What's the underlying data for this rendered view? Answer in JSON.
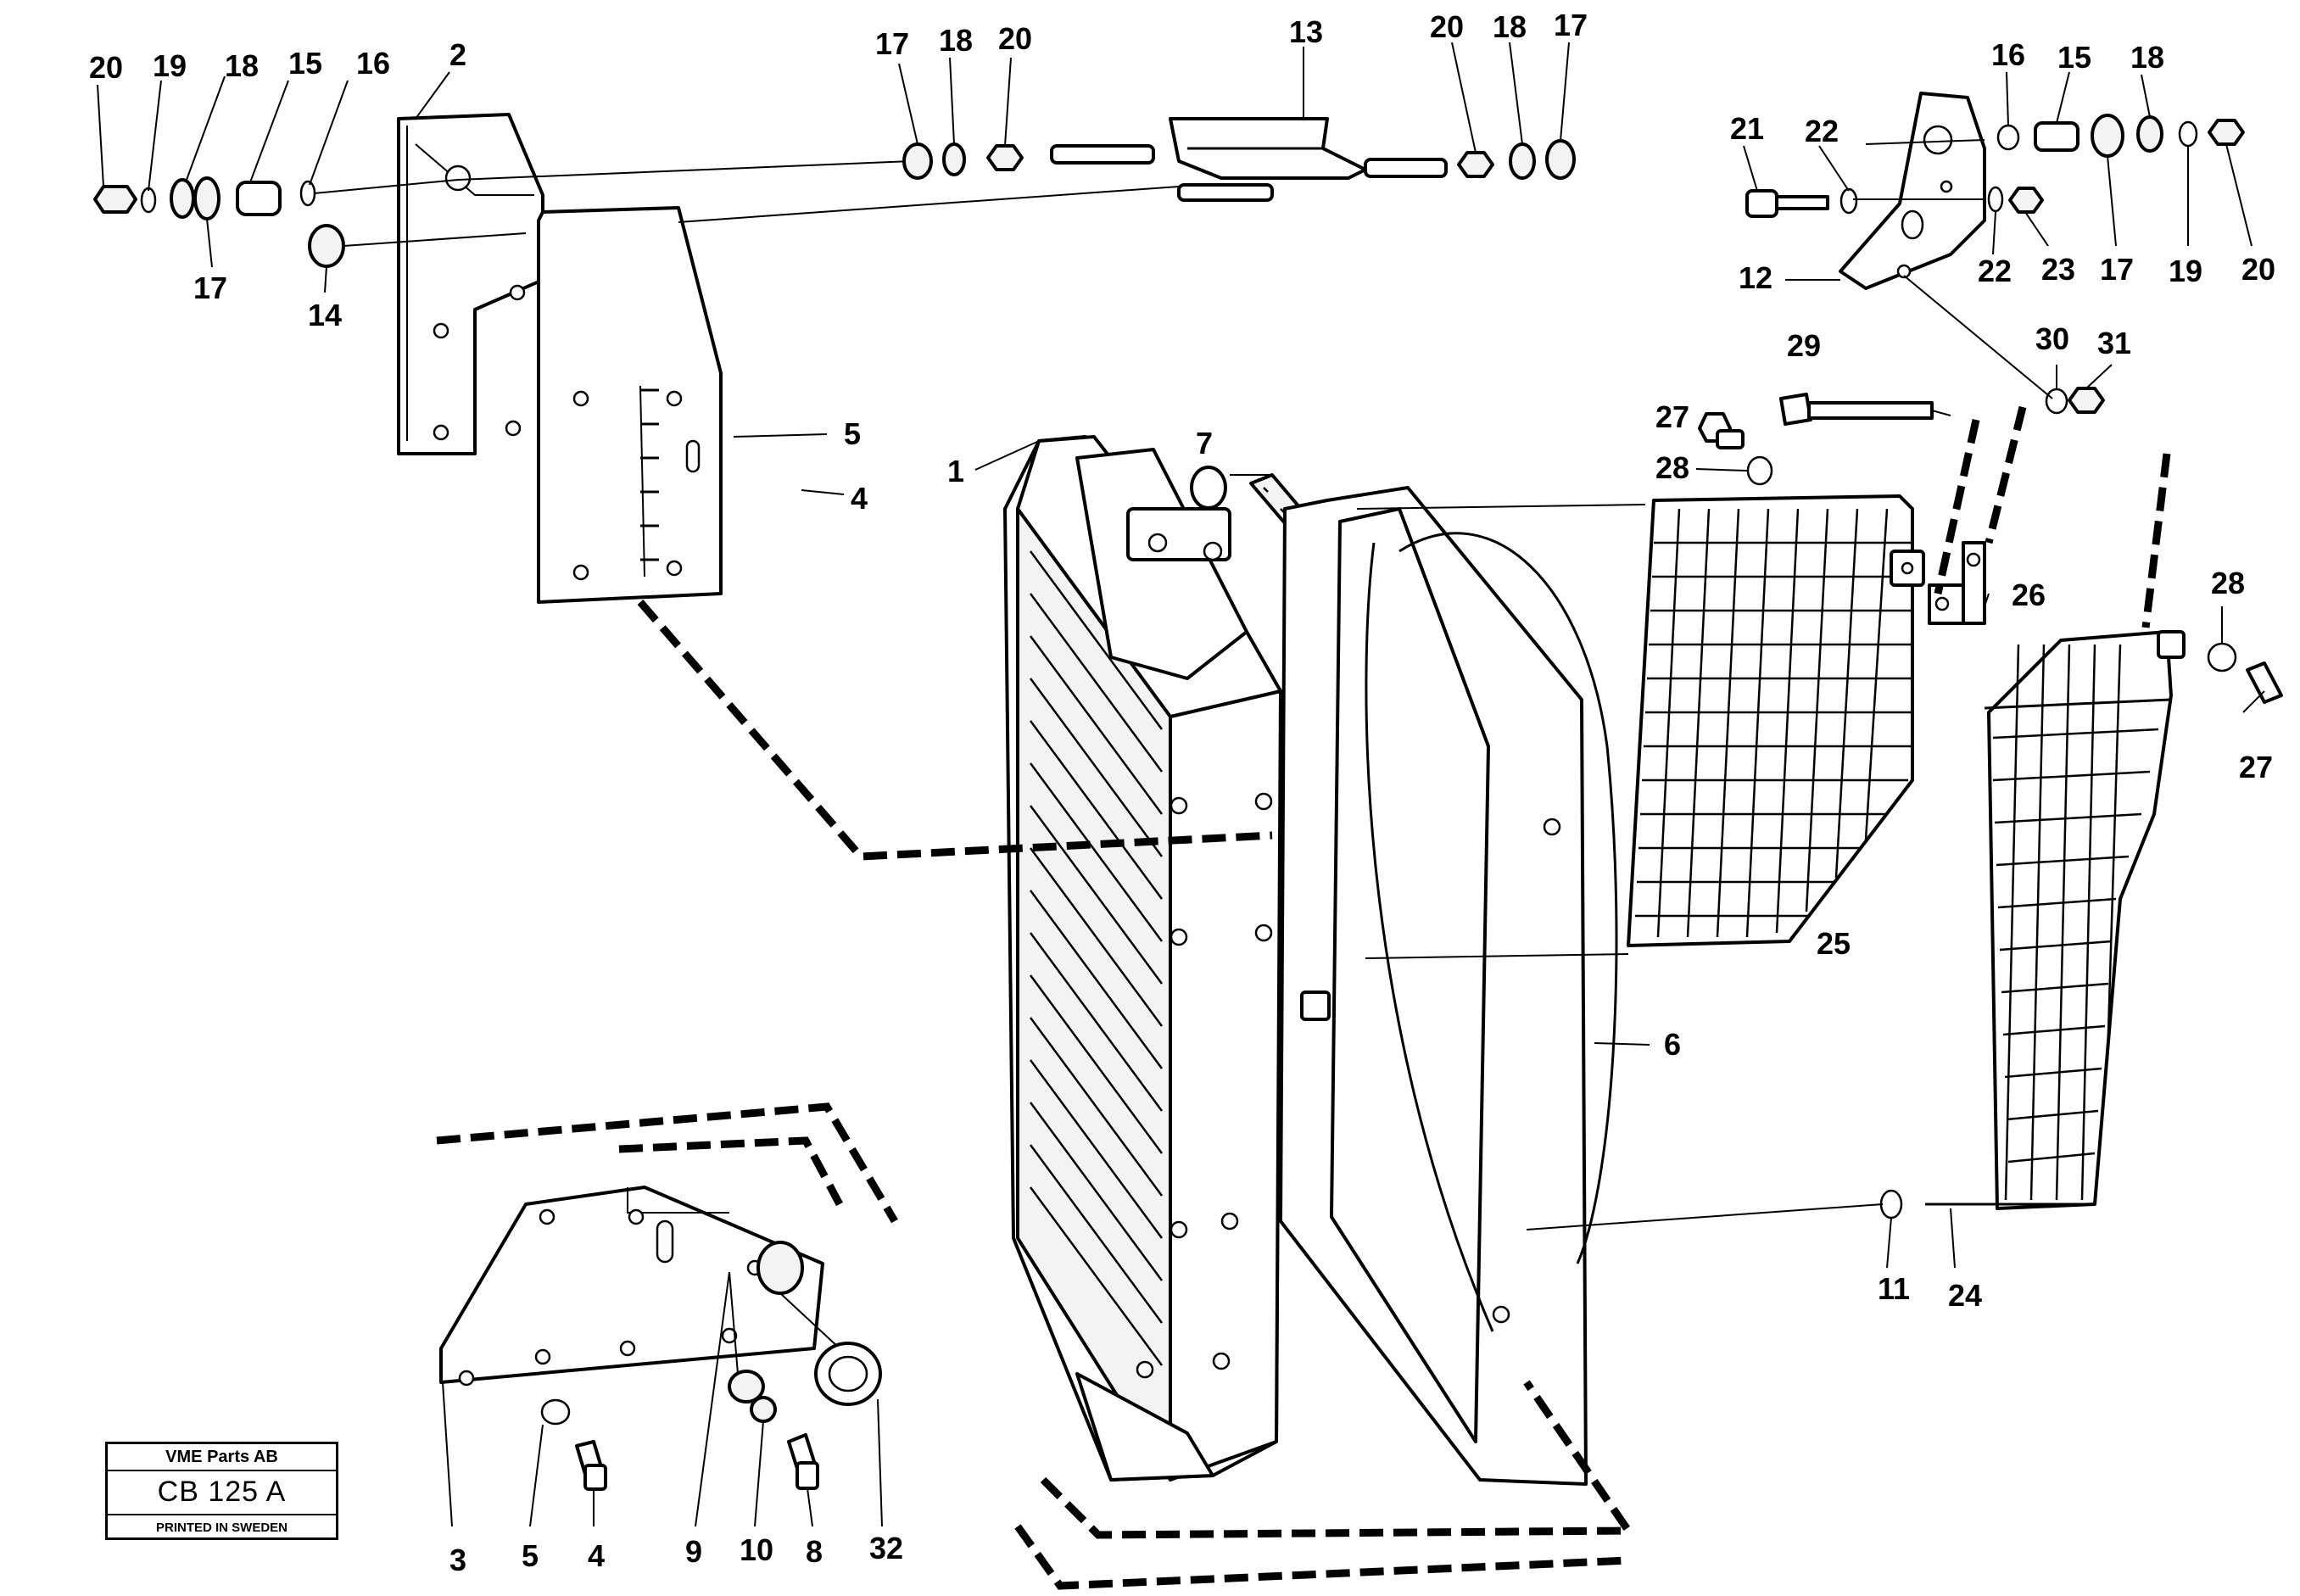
{
  "title_block": {
    "company": "VME Parts AB",
    "code": "CB 125 A",
    "printed": "PRINTED IN SWEDEN"
  },
  "callouts": [
    {
      "id": "c20a",
      "label": "20"
    },
    {
      "id": "c19a",
      "label": "19"
    },
    {
      "id": "c18a",
      "label": "18"
    },
    {
      "id": "c15a",
      "label": "15"
    },
    {
      "id": "c16a",
      "label": "16"
    },
    {
      "id": "c2",
      "label": "2"
    },
    {
      "id": "c17a",
      "label": "17"
    },
    {
      "id": "c14",
      "label": "14"
    },
    {
      "id": "c17b",
      "label": "17"
    },
    {
      "id": "c18b",
      "label": "18"
    },
    {
      "id": "c20b",
      "label": "20"
    },
    {
      "id": "c13",
      "label": "13"
    },
    {
      "id": "c20c",
      "label": "20"
    },
    {
      "id": "c18c",
      "label": "18"
    },
    {
      "id": "c17c",
      "label": "17"
    },
    {
      "id": "c16b",
      "label": "16"
    },
    {
      "id": "c15b",
      "label": "15"
    },
    {
      "id": "c18d",
      "label": "18"
    },
    {
      "id": "c21",
      "label": "21"
    },
    {
      "id": "c22a",
      "label": "22"
    },
    {
      "id": "c22b",
      "label": "22"
    },
    {
      "id": "c23",
      "label": "23"
    },
    {
      "id": "c17d",
      "label": "17"
    },
    {
      "id": "c19b",
      "label": "19"
    },
    {
      "id": "c20d",
      "label": "20"
    },
    {
      "id": "c12",
      "label": "12"
    },
    {
      "id": "c29",
      "label": "29"
    },
    {
      "id": "c30",
      "label": "30"
    },
    {
      "id": "c31",
      "label": "31"
    },
    {
      "id": "c27a",
      "label": "27"
    },
    {
      "id": "c28a",
      "label": "28"
    },
    {
      "id": "c26",
      "label": "26"
    },
    {
      "id": "c28b",
      "label": "28"
    },
    {
      "id": "c27b",
      "label": "27"
    },
    {
      "id": "c5a",
      "label": "5"
    },
    {
      "id": "c4a",
      "label": "4"
    },
    {
      "id": "c1",
      "label": "1"
    },
    {
      "id": "c7",
      "label": "7"
    },
    {
      "id": "c25",
      "label": "25"
    },
    {
      "id": "c6",
      "label": "6"
    },
    {
      "id": "c11",
      "label": "11"
    },
    {
      "id": "c24",
      "label": "24"
    },
    {
      "id": "c3",
      "label": "3"
    },
    {
      "id": "c5b",
      "label": "5"
    },
    {
      "id": "c4b",
      "label": "4"
    },
    {
      "id": "c9",
      "label": "9"
    },
    {
      "id": "c10",
      "label": "10"
    },
    {
      "id": "c8",
      "label": "8"
    },
    {
      "id": "c32",
      "label": "32"
    }
  ]
}
